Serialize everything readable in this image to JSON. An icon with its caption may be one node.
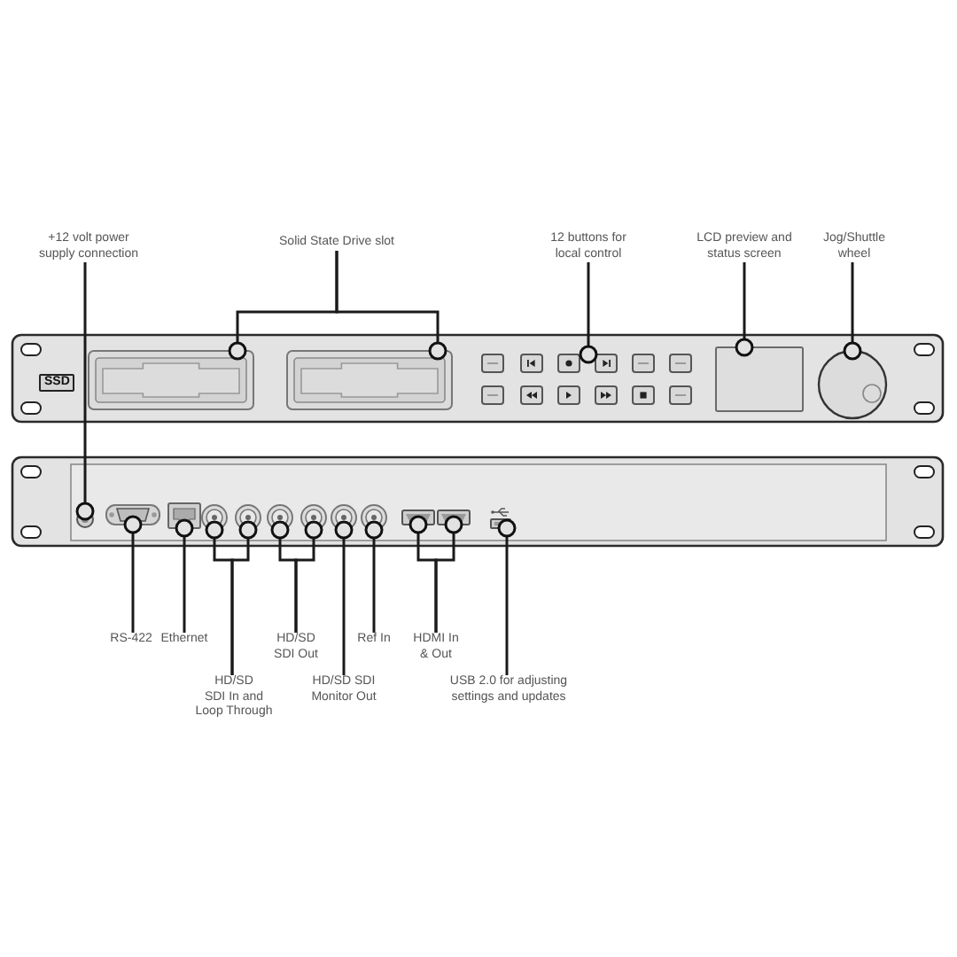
{
  "diagram": {
    "nodes": [
      {
        "text": [
          "+12 volt power supply connection"
        ]
      },
      {
        "text": [
          "Solid State Drive slot"
        ]
      },
      {
        "text": [
          "12 buttons for local control"
        ]
      },
      {
        "text": [
          "LCD preview and status screen"
        ]
      },
      {
        "text": [
          "Jog/Shuttle wheel"
        ]
      },
      {
        "text": [
          "SSD"
        ]
      },
      {
        "text": [],
        "shape": "box"
      },
      {
        "text": [],
        "shape": "box"
      },
      {
        "text": [],
        "shape": "box"
      },
      {
        "text": [],
        "shape": "box"
      },
      {
        "text": [],
        "shape": "circle"
      },
      {
        "text": [],
        "shape": "circle"
      },
      {
        "text": [],
        "shape": "box"
      },
      {
        "text": [],
        "shape": "box"
      },
      {
        "text": [],
        "shape": "circle"
      },
      {
        "text": [],
        "shape": "circle"
      },
      {
        "text": [],
        "shape": "circle"
      },
      {
        "text": [],
        "shape": "circle"
      },
      {
        "text": [],
        "shape": "circle"
      },
      {
        "text": [],
        "shape": "circle"
      },
      {
        "text": [],
        "shape": "box"
      },
      {
        "text": [],
        "shape": "box"
      },
      {
        "text": [],
        "shape": "box"
      },
      {
        "text": [
          "RS-422"
        ]
      },
      {
        "text": [
          "Ethernet"
        ]
      },
      {
        "text": [
          "HD/SD SDI In and Loop Through"
        ]
      },
      {
        "text": [
          "HD/SD SDI Out"
        ]
      },
      {
        "text": [
          "HD/SD SDI Monitor Out"
        ]
      },
      {
        "text": [
          "Ref In"
        ]
      },
      {
        "text": [
          "HDMI In & Out"
        ]
      },
      {
        "text": [
          "USB 2.0 for adjusting settings and updates"
        ]
      }
    ],
    "edges": [
      {
        "from": 0,
        "to": 11,
        "arrow": "other"
      },
      {
        "from": 1,
        "to": 6,
        "arrow": "other"
      },
      {
        "from": 1,
        "to": 7,
        "arrow": "other"
      },
      {
        "from": 2,
        "to": 8,
        "arrow": "other"
      },
      {
        "from": 3,
        "to": 9,
        "arrow": "other"
      },
      {
        "from": 4,
        "to": 10,
        "arrow": "other"
      },
      {
        "from": 23,
        "to": 12,
        "arrow": "other"
      },
      {
        "from": 24,
        "to": 13,
        "arrow": "other"
      },
      {
        "from": 25,
        "to": 14,
        "arrow": "other"
      },
      {
        "from": 25,
        "to": 15,
        "arrow": "other"
      },
      {
        "from": 26,
        "to": 16,
        "arrow": "other"
      },
      {
        "from": 26,
        "to": 17,
        "arrow": "other"
      },
      {
        "from": 27,
        "to": 18,
        "arrow": "other"
      },
      {
        "from": 28,
        "to": 19,
        "arrow": "other"
      },
      {
        "from": 29,
        "to": 20,
        "arrow": "other"
      },
      {
        "from": 29,
        "to": 21,
        "arrow": "other"
      },
      {
        "from": 30,
        "to": 22,
        "arrow": "other"
      }
    ]
  }
}
